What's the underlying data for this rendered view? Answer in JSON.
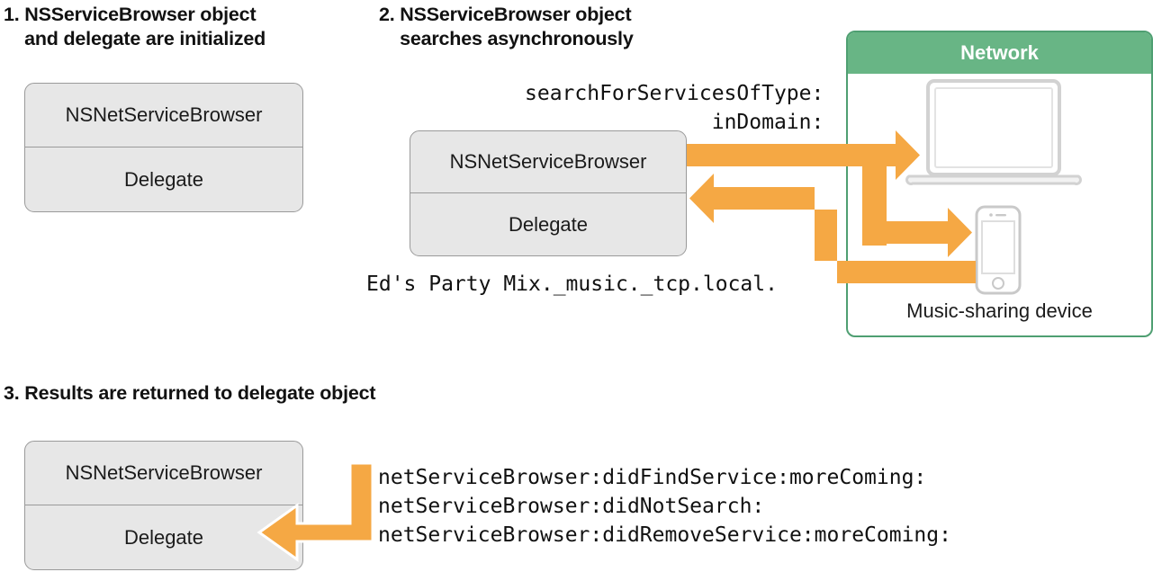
{
  "figure": {
    "title_visible": false,
    "colors": {
      "arrow_orange": "#f5a844",
      "network_green_header": "#68b585",
      "network_green_border": "#4f9f72",
      "box_fill_gray": "#e7e7e7",
      "box_border_gray": "#9a9a9a",
      "device_outline_gray": "#cfcfcf",
      "text_black": "#111111"
    }
  },
  "steps": [
    {
      "number": "1.",
      "heading_line1": "NSServiceBrowser object",
      "heading_line2": "and delegate are initialized"
    },
    {
      "number": "2.",
      "heading_line1": "NSServiceBrowser object",
      "heading_line2": "searches asynchronously"
    },
    {
      "number": "3.",
      "heading_line1": "Results are returned to delegate object",
      "heading_line2": ""
    }
  ],
  "headings": {
    "step1": "1. NSServiceBrowser object\n    and delegate are initialized",
    "step2": "2. NSServiceBrowser object\n    searches asynchronously",
    "step3": "3. Results are returned to delegate object"
  },
  "object_box": {
    "browser_label": "NSNetServiceBrowser",
    "delegate_label": "Delegate"
  },
  "step2": {
    "call_message": "searchForServicesOfType:\ninDomain:",
    "call_message_line1": "searchForServicesOfType:",
    "call_message_line2": "inDomain:",
    "service_name": "Ed's Party Mix._music._tcp.local.",
    "network": {
      "title": "Network",
      "device_caption": "Music-sharing device",
      "devices": [
        "laptop-icon",
        "phone-icon"
      ]
    }
  },
  "step3": {
    "callbacks": "netServiceBrowser:didFindService:moreComing:\nnetServiceBrowser:didNotSearch:\nnetServiceBrowser:didRemoveService:moreComing:",
    "callback_lines": [
      "netServiceBrowser:didFindService:moreComing:",
      "netServiceBrowser:didNotSearch:",
      "netServiceBrowser:didRemoveService:moreComing:"
    ]
  }
}
